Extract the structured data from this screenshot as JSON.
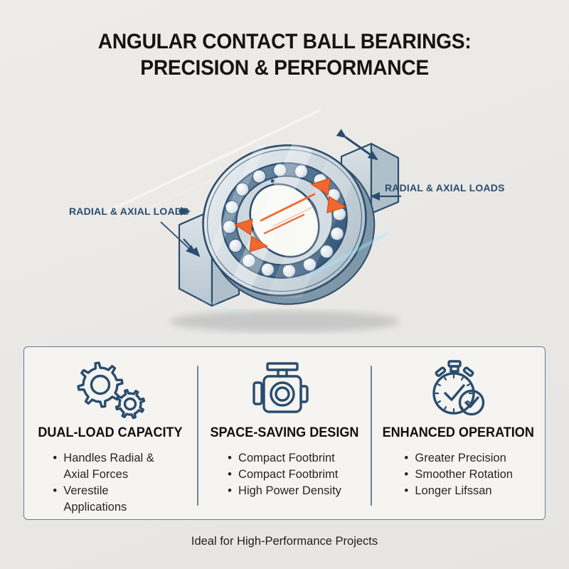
{
  "title": {
    "line1": "ANGULAR CONTACT BALL BEARINGS:",
    "line2": "PRECISION & PERFORMANCE"
  },
  "diagram": {
    "subject": "angular contact ball bearing cutaway with mounting blocks",
    "label_left": "RADIAL & AXIAL LOADS",
    "label_right": "RADIAL & AXIAL LOADS",
    "icons": [
      "arrow-right-icon",
      "arrow-left-icon",
      "double-headed-arrow-icon",
      "contact-angle-markers"
    ]
  },
  "features": {
    "columns": [
      {
        "icon": "gears-icon",
        "heading": "DUAL-LOAD CAPACITY",
        "bullets": [
          "Handles Radial & Axial Forces",
          "Verestile Applications"
        ]
      },
      {
        "icon": "motor-icon",
        "heading": "SPACE-SAVING DESIGN",
        "bullets": [
          "Compact Footbrint",
          "Compact Footbrimt",
          "High Power Density"
        ]
      },
      {
        "icon": "stopwatch-check-icon",
        "heading": "ENHANCED OPERATION",
        "bullets": [
          "Greater Precision",
          "Smoother Rotation",
          "Longer Lifssan"
        ]
      }
    ]
  },
  "footer": {
    "text": "Ideal for High-Performance Projects"
  },
  "colors": {
    "page-bg": "#ebe9e6",
    "card-bg": "#f5f4f1",
    "card-border": "#5e7d95",
    "accent-blue": "#2a4d6e",
    "accent-orange": "#f2672f",
    "ink": "#141414"
  }
}
